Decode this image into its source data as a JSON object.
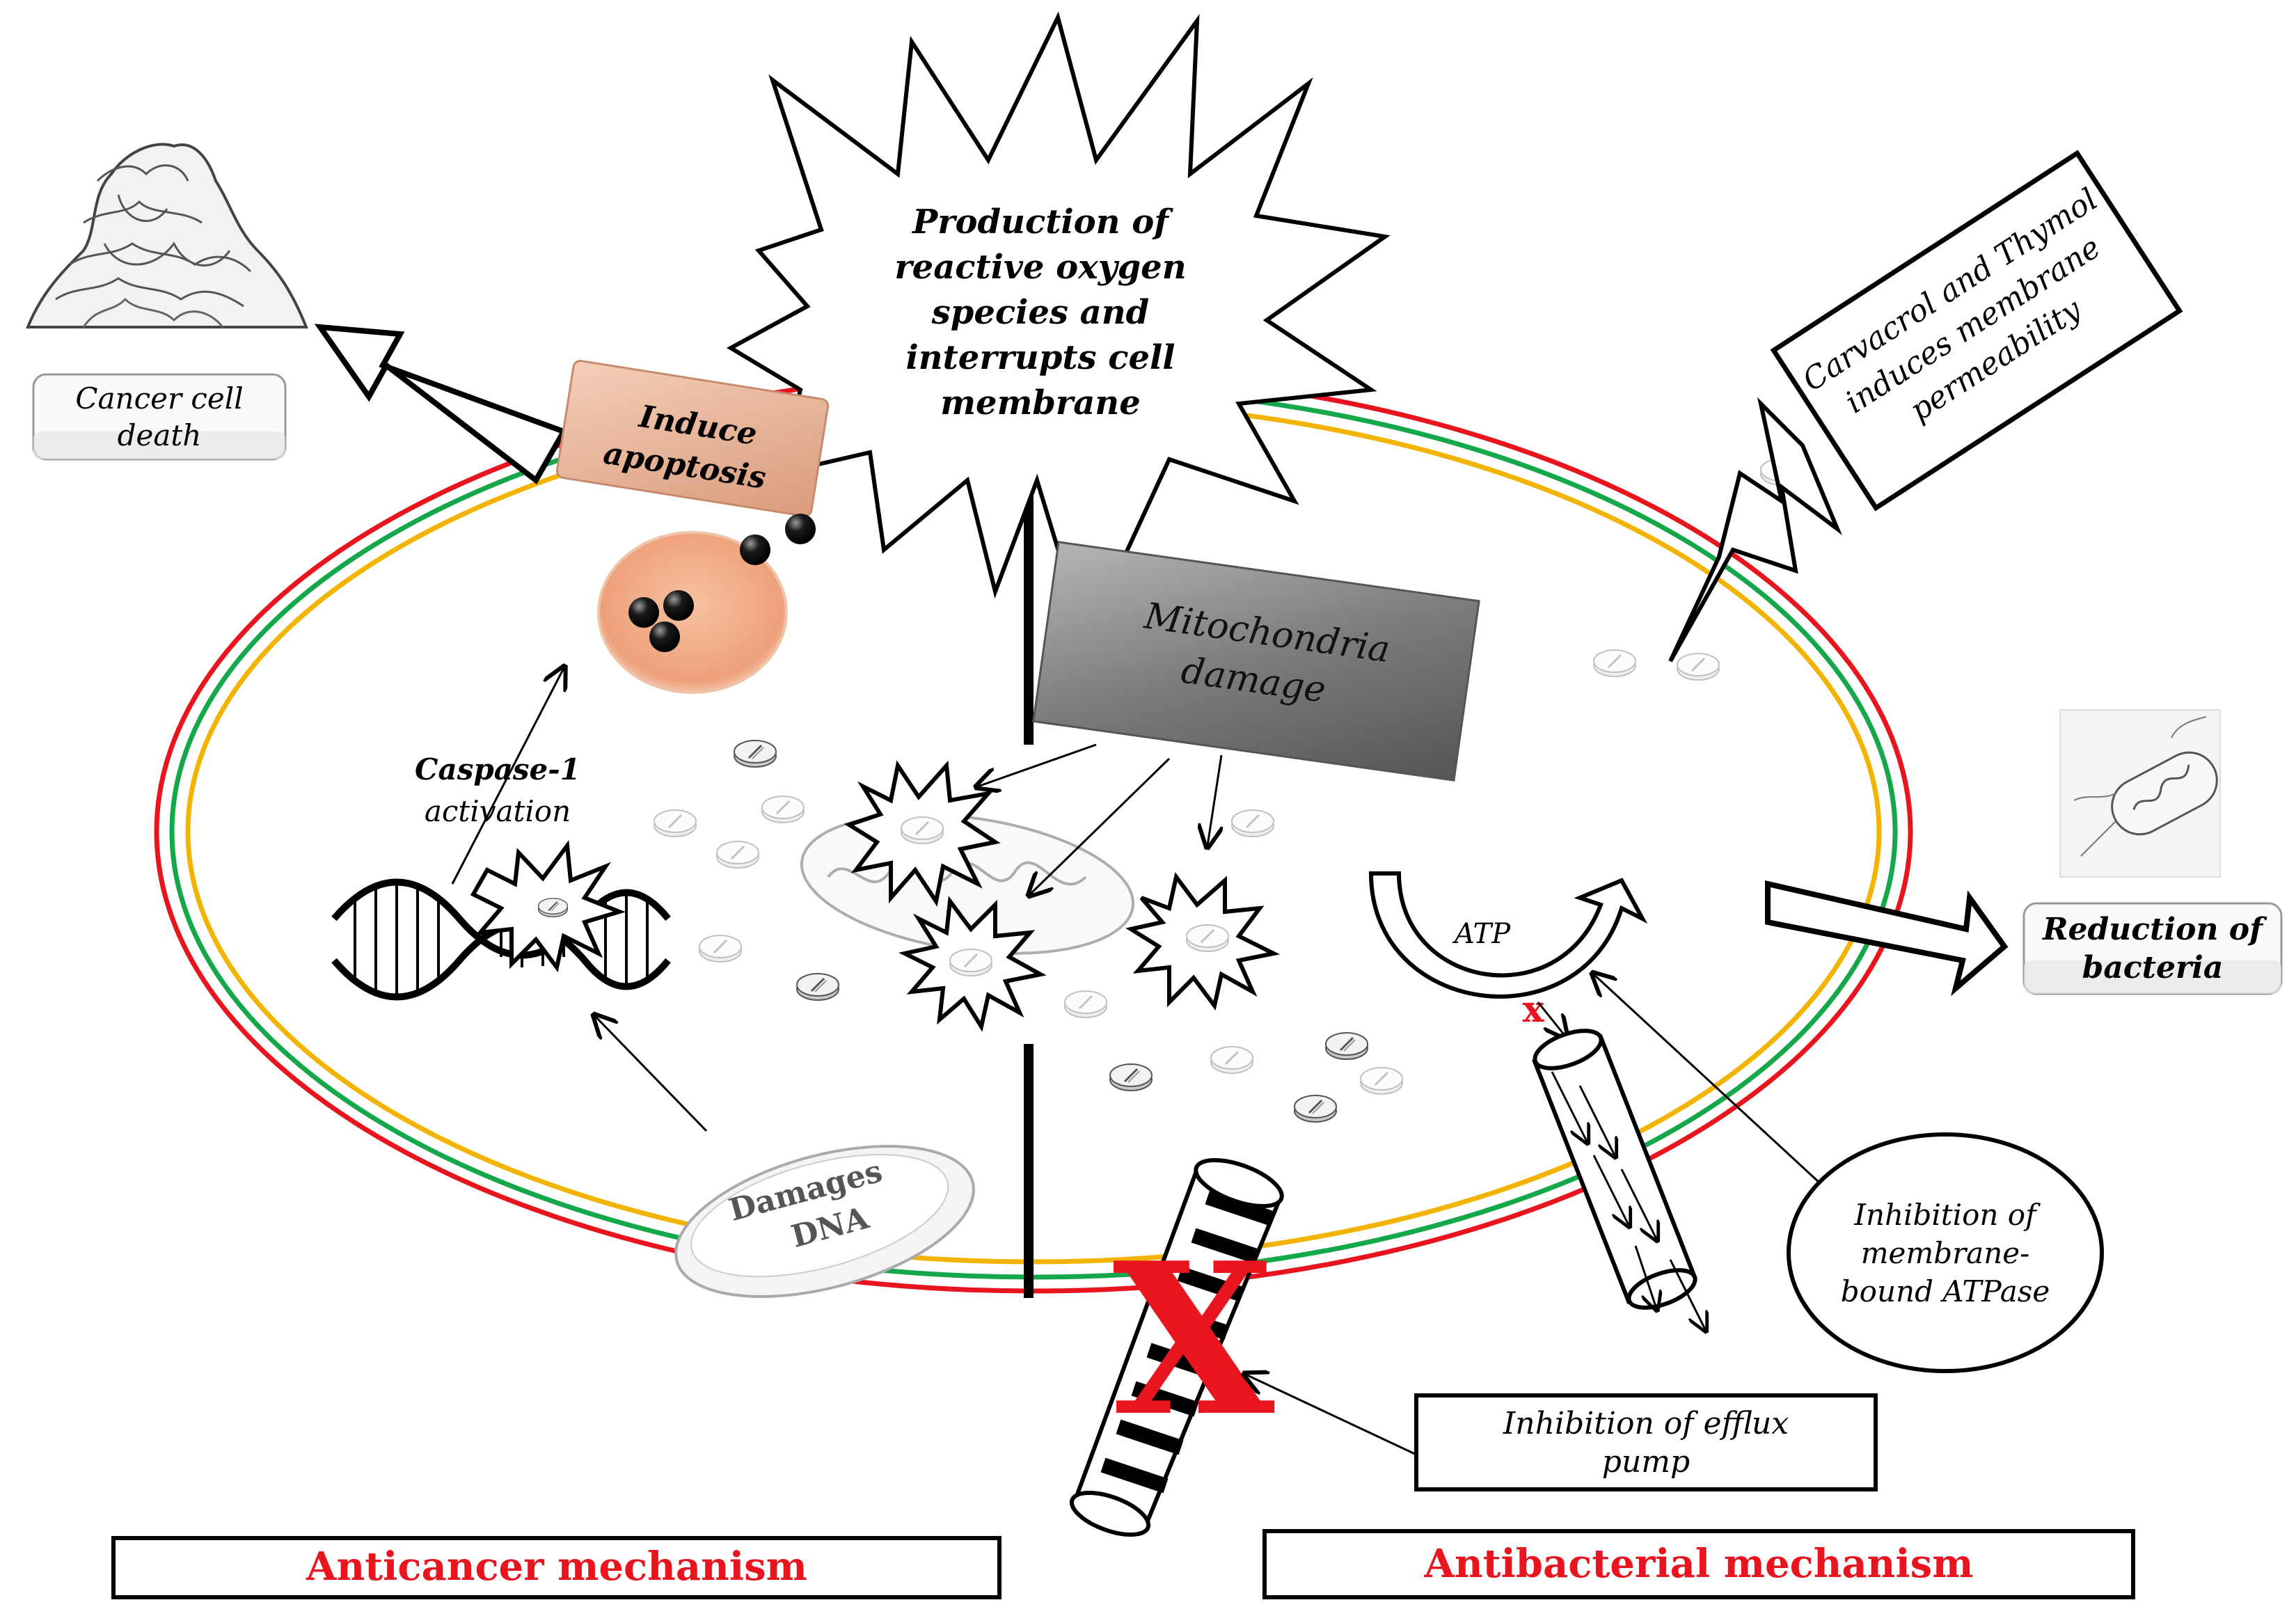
{
  "labels": {
    "ros_line1": "Production of",
    "ros_line2": "reactive oxygen",
    "ros_line3": "species and",
    "ros_line4": "interrupts cell",
    "ros_line5": "membrane",
    "cancer_death_line1": "Cancer cell",
    "cancer_death_line2": "death",
    "apoptosis_line1": "Induce",
    "apoptosis_line2": "apoptosis",
    "carvacrol_line1": "Carvacrol and Thymol",
    "carvacrol_line2": "induces membrane",
    "carvacrol_line3": "permeability",
    "mito_line1": "Mitochondria",
    "mito_line2": "damage",
    "caspase_line1": "Caspase-1",
    "caspase_line2": "activation",
    "atp": "ATP",
    "reduction_line1": "Reduction of",
    "reduction_line2": "bacteria",
    "dna_line1": "Damages",
    "dna_line2": "DNA",
    "atpase_line1": "Inhibition  of",
    "atpase_line2": "membrane-",
    "atpase_line3": "bound ATPase",
    "efflux_line1": "Inhibition of efflux",
    "efflux_line2": "pump",
    "anticancer": "Anticancer mechanism",
    "antibacterial": "Antibacterial mechanism"
  },
  "colors": {
    "membrane_outer": "#e8141e",
    "membrane_middle": "#14a84a",
    "membrane_inner": "#f2b400",
    "footer_text": "#e8141e",
    "cross_mark": "#e8141e",
    "mito_box": "#8a8a8a",
    "vesicle": "#f0a878"
  },
  "icons": {
    "cancer_cell": "cancer-cell-icon",
    "bacterium": "bacterium-icon",
    "dna": "dna-helix-icon",
    "mitochondrion": "mitochondrion-icon",
    "pill": "pill-icon"
  }
}
